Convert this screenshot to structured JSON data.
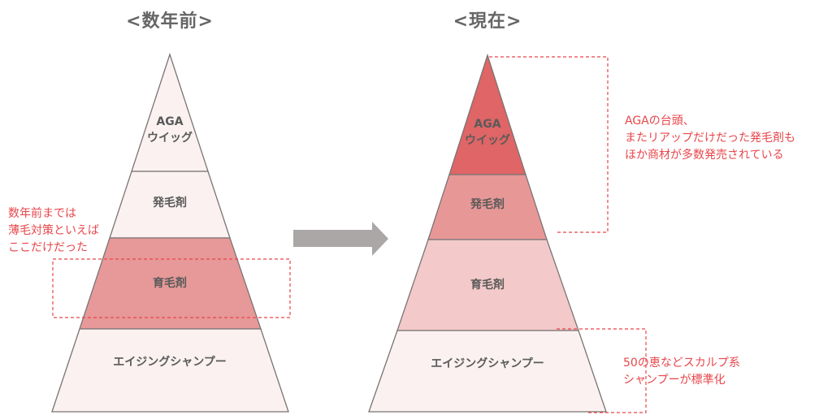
{
  "titles": {
    "before": "<数年前>",
    "now": "<現在>"
  },
  "before_pyramid": {
    "tiers": [
      {
        "line1": "AGA",
        "line2": "ウイッグ",
        "color": "#fbf1f1"
      },
      {
        "line1": "発毛剤",
        "color": "#fbf1f1"
      },
      {
        "line1": "育毛剤",
        "color": "#e79898"
      },
      {
        "line1": "エイジングシャンプー",
        "color": "#fbf1f1"
      }
    ],
    "note": {
      "lines": [
        "数年前までは",
        "薄毛対策といえば",
        "ここだけだった"
      ]
    }
  },
  "arrow": {
    "color": "#aaa7a6",
    "icon": "right-arrow-icon"
  },
  "now_pyramid": {
    "tiers": [
      {
        "line1": "AGA",
        "line2": "ウイッグ",
        "color": "#df6566"
      },
      {
        "line1": "発毛剤",
        "color": "#e89797"
      },
      {
        "line1": "育毛剤",
        "color": "#f3c9c9"
      },
      {
        "line1": "エイジングシャンプー",
        "color": "#fbf1f1"
      }
    ],
    "note_top": {
      "lines": [
        "AGAの台頭、",
        "またリアップだけだった発毛剤も",
        "ほか商材が多数発売されている"
      ]
    },
    "note_bottom": {
      "lines": [
        "50の恵などスカルプ系",
        "シャンプーが標準化"
      ]
    }
  },
  "colors": {
    "outline": "#7a7474",
    "annotation_red": "#e8464b",
    "label_text": "#5a5a5a"
  }
}
